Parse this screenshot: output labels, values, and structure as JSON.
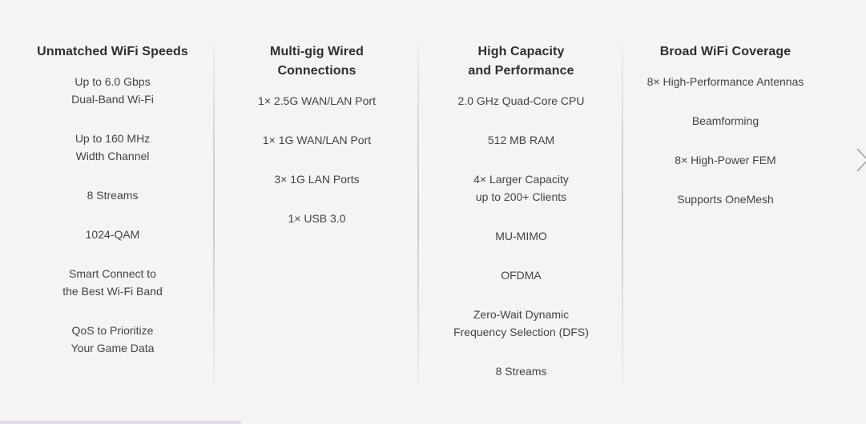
{
  "columns": [
    {
      "title_lines": [
        "Unmatched WiFi Speeds"
      ],
      "items": [
        [
          "Up to 6.0 Gbps",
          "Dual-Band Wi-Fi"
        ],
        [
          "Up to 160 MHz",
          "Width Channel"
        ],
        [
          "8 Streams"
        ],
        [
          "1024-QAM"
        ],
        [
          "Smart Connect to",
          "the Best Wi-Fi Band"
        ],
        [
          "QoS to Prioritize",
          "Your Game Data"
        ]
      ]
    },
    {
      "title_lines": [
        "Multi-gig Wired",
        "Connections"
      ],
      "items": [
        [
          "1× 2.5G WAN/LAN Port"
        ],
        [
          "1× 1G WAN/LAN Port"
        ],
        [
          "3× 1G LAN Ports"
        ],
        [
          "1× USB 3.0"
        ]
      ]
    },
    {
      "title_lines": [
        "High Capacity",
        "and Performance"
      ],
      "items": [
        [
          "2.0 GHz Quad-Core CPU"
        ],
        [
          "512 MB RAM"
        ],
        [
          "4× Larger Capacity",
          "up to 200+ Clients"
        ],
        [
          "MU-MIMO"
        ],
        [
          "OFDMA"
        ],
        [
          "Zero-Wait Dynamic",
          "Frequency Selection (DFS)"
        ],
        [
          "8 Streams"
        ]
      ]
    },
    {
      "title_lines": [
        "Broad WiFi Coverage"
      ],
      "items": [
        [
          "8× High-Performance Antennas"
        ],
        [
          "Beamforming"
        ],
        [
          "8× High-Power FEM"
        ],
        [
          "Supports OneMesh"
        ]
      ]
    }
  ],
  "navigation": {
    "next_icon": "chevron-right-icon"
  },
  "colors": {
    "background": "#f4f4f4",
    "title_text": "#2e2e2e",
    "item_text": "#444444",
    "divider": "#cdcdcd",
    "scrollbar_thumb": "#e4dde9"
  }
}
